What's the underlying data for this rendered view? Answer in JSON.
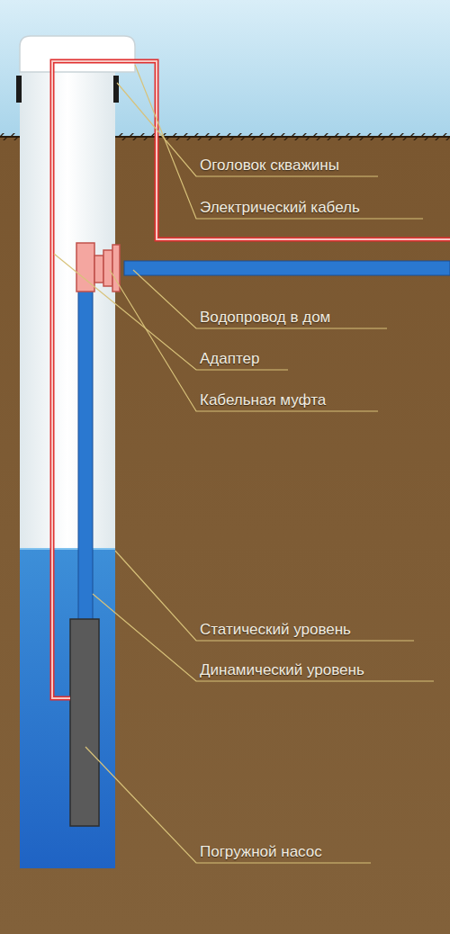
{
  "diagram": {
    "labels": [
      "Оголовок скважины",
      "Электрический кабель",
      "Водопровод в дом",
      "Адаптер",
      "Кабельная муфта",
      "Статический уровень",
      "Динамический уровень",
      "Погружной насос"
    ]
  }
}
